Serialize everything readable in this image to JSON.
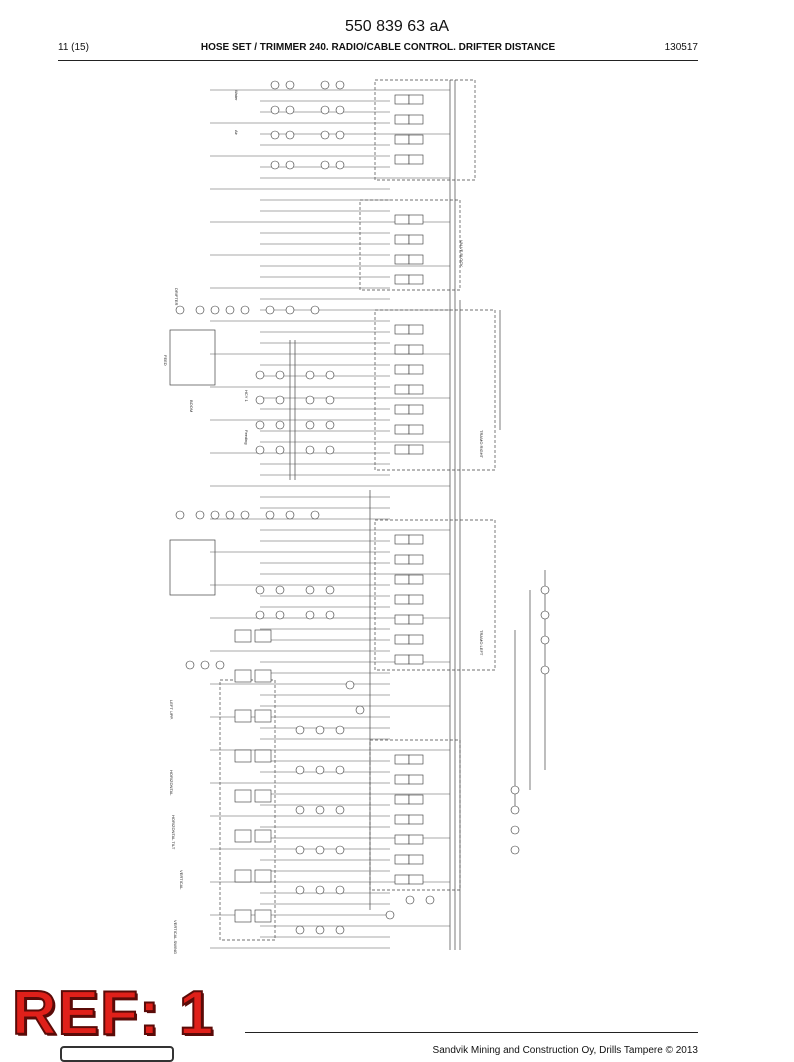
{
  "header": {
    "doc_number": "550 839 63 aA",
    "page_count": "11 (15)",
    "title": "HOSE SET / TRIMMER 240. RADIO/CABLE CONTROL. DRIFTER DISTANCE",
    "date": "130517"
  },
  "schematic": {
    "labels": {
      "tramo_left": "TRAMO LEFT",
      "tramo_right": "TRAMO RIGHT",
      "boom": "BOOM",
      "left_upper": "LEFT UPP.",
      "vertical": "VERTICAL",
      "horizontal": "HORIZONTAL",
      "horizontal_tilt": "HORIZONTAL TILT",
      "vertical_swing": "VERTICAL SWING",
      "feed": "FEED",
      "hyd_cylinder_1": "HCY 1",
      "feeding": "Feeding",
      "drifter": "DRIFTER",
      "valve_block": "VALVE BLOCK",
      "water": "Water",
      "air": "Air"
    }
  },
  "stamp": {
    "text": "REF: 1"
  },
  "footer": {
    "copyright": "Sandvik Mining and Construction Oy, Drills Tampere © 2013"
  }
}
